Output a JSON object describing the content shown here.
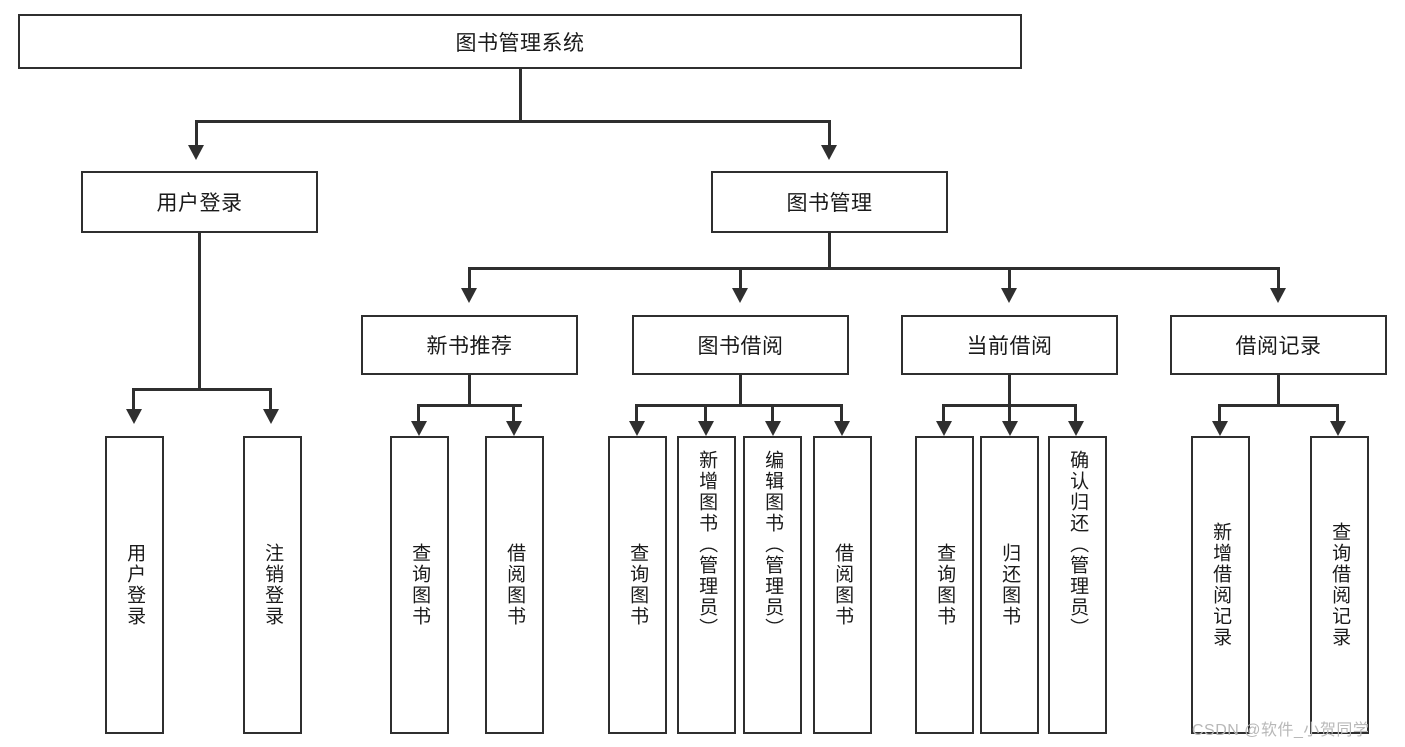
{
  "diagram": {
    "title": "图书管理系统",
    "root": {
      "label": "图书管理系统"
    },
    "level2": [
      {
        "label": "用户登录"
      },
      {
        "label": "图书管理"
      }
    ],
    "level3": [
      {
        "label": "新书推荐"
      },
      {
        "label": "图书借阅"
      },
      {
        "label": "当前借阅"
      },
      {
        "label": "借阅记录"
      }
    ],
    "leaves": [
      {
        "label": "用户登录",
        "parent": "用户登录"
      },
      {
        "label": "注销登录",
        "parent": "用户登录"
      },
      {
        "label": "查询图书",
        "parent": "新书推荐"
      },
      {
        "label": "借阅图书",
        "parent": "新书推荐"
      },
      {
        "label": "查询图书",
        "parent": "图书借阅"
      },
      {
        "label": "新增图书（管理员）",
        "parent": "图书借阅"
      },
      {
        "label": "编辑图书（管理员）",
        "parent": "图书借阅"
      },
      {
        "label": "借阅图书",
        "parent": "图书借阅"
      },
      {
        "label": "查询图书",
        "parent": "当前借阅"
      },
      {
        "label": "归还图书",
        "parent": "当前借阅"
      },
      {
        "label": "确认归还（管理员）",
        "parent": "当前借阅"
      },
      {
        "label": "新增借阅记录",
        "parent": "借阅记录"
      },
      {
        "label": "查询借阅记录",
        "parent": "借阅记录"
      }
    ],
    "watermark": "CSDN @软件_小贺同学",
    "colors": {
      "stroke": "#2f2f2f",
      "fill": "#ffffff",
      "text": "#1a1a1a",
      "watermark": "#b8b8b8"
    }
  }
}
